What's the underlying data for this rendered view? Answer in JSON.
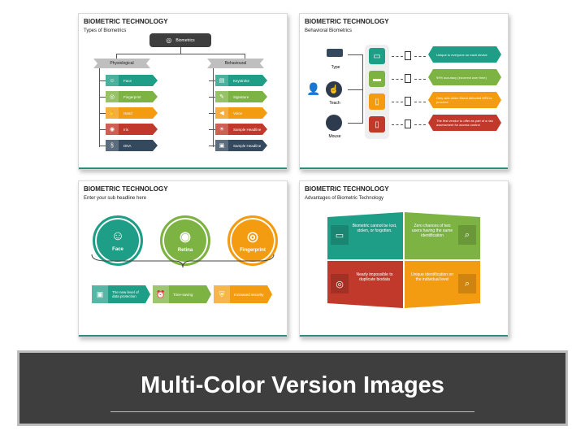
{
  "slide1": {
    "title": "BIOMETRIC TECHNOLOGY",
    "subtitle": "Types of Biometrics",
    "root_label": "Biometrics",
    "left_head": "Physiological",
    "right_head": "Behavioural",
    "left_items": [
      {
        "label": "Face",
        "color": "#1f9e87",
        "icon": "face-icon"
      },
      {
        "label": "Fingerprint",
        "color": "#7db342",
        "icon": "fingerprint-icon"
      },
      {
        "label": "Hand",
        "color": "#f39c12",
        "icon": "hand-icon"
      },
      {
        "label": "Iris",
        "color": "#c0392b",
        "icon": "eye-icon"
      },
      {
        "label": "DNA",
        "color": "#34495e",
        "icon": "dna-icon"
      }
    ],
    "right_items": [
      {
        "label": "Keystroke",
        "color": "#1f9e87",
        "icon": "keyboard-icon"
      },
      {
        "label": "Signature",
        "color": "#7db342",
        "icon": "signature-icon"
      },
      {
        "label": "Voice",
        "color": "#f39c12",
        "icon": "megaphone-icon"
      },
      {
        "label": "Sample Headline",
        "color": "#c0392b",
        "icon": "bulb-icon"
      },
      {
        "label": "Sample Headline",
        "color": "#34495e",
        "icon": "clipboard-icon"
      }
    ]
  },
  "slide2": {
    "title": "BIOMETRIC TECHNOLOGY",
    "subtitle": "Behavioral Biometrics",
    "input_labels": [
      "Type",
      "Teach",
      "Mouse"
    ],
    "devices": [
      {
        "color": "#1f9e87",
        "icon": "monitor-icon"
      },
      {
        "color": "#7db342",
        "icon": "laptop-icon"
      },
      {
        "color": "#f39c12",
        "icon": "tablet-icon"
      },
      {
        "color": "#c0392b",
        "icon": "phone-icon"
      }
    ],
    "statements": [
      {
        "text": "Unique to everyone on each device",
        "color": "#1f9e87"
      },
      {
        "text": "99% accuracy (incorrect over time)",
        "color": "#7db342"
      },
      {
        "text": "Only acts when threat detected MFA to proceed",
        "color": "#f39c12"
      },
      {
        "text": "The first vendor to offer as part of a risk assessment for access control",
        "color": "#c0392b"
      }
    ]
  },
  "slide3": {
    "title": "BIOMETRIC TECHNOLOGY",
    "subtitle": "Enter your sub headline here",
    "circles": [
      {
        "label": "Face",
        "color": "#1f9e87",
        "icon": "face-scan-icon"
      },
      {
        "label": "Retina",
        "color": "#7db342",
        "icon": "retina-scan-icon"
      },
      {
        "label": "Fingerprint",
        "color": "#f39c12",
        "icon": "fingerprint-scan-icon"
      }
    ],
    "benefits": [
      {
        "label": "The new level of data protection",
        "color": "#1f9e87",
        "icon": "data-lock-icon"
      },
      {
        "label": "Time-saving",
        "color": "#7db342",
        "icon": "alarm-clock-icon"
      },
      {
        "label": "Increased security",
        "color": "#f39c12",
        "icon": "shield-icon"
      }
    ]
  },
  "slide4": {
    "title": "BIOMETRIC TECHNOLOGY",
    "subtitle": "Advantages of Biometric Technology",
    "quadrants": [
      {
        "text": "Biometric cannot be lost, stolen, or forgotten.",
        "color": "#1f9e87",
        "icon": "monitor-lock-icon"
      },
      {
        "text": "Zero chances of two users having the same identification",
        "color": "#7db342",
        "icon": "search-icon"
      },
      {
        "text": "Nearly impossible to duplicate biodata",
        "color": "#c0392b",
        "icon": "fingerprint-icon"
      },
      {
        "text": "Unique identification on the individual level",
        "color": "#f39c12",
        "icon": "user-search-icon"
      }
    ]
  },
  "banner": {
    "title": "Multi-Color Version Images"
  }
}
